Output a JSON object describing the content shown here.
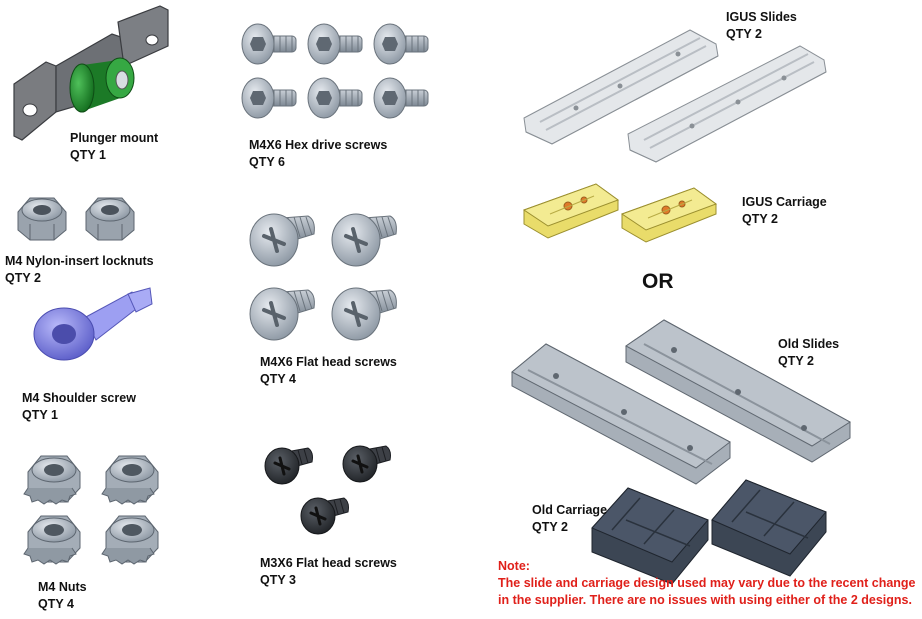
{
  "parts": {
    "plunger": {
      "name": "Plunger mount",
      "qty": "QTY 1"
    },
    "hexdrive": {
      "name": "M4X6 Hex drive screws",
      "qty": "QTY 6"
    },
    "locknuts": {
      "name": "M4 Nylon-insert locknuts",
      "qty": "QTY 2"
    },
    "flathead_m4": {
      "name": "M4X6 Flat head screws",
      "qty": "QTY 4"
    },
    "shoulder": {
      "name": "M4 Shoulder screw",
      "qty": "QTY 1"
    },
    "nuts": {
      "name": "M4 Nuts",
      "qty": "QTY 4"
    },
    "flathead_m3": {
      "name": "M3X6 Flat head screws",
      "qty": "QTY 3"
    },
    "igus_slides": {
      "name": "IGUS Slides",
      "qty": "QTY 2"
    },
    "igus_carriage": {
      "name": "IGUS Carriage",
      "qty": "QTY 2"
    },
    "old_slides": {
      "name": "Old Slides",
      "qty": "QTY 2"
    },
    "old_carriage": {
      "name": "Old Carriage",
      "qty": "QTY 2"
    }
  },
  "or_text": "OR",
  "note": {
    "title": "Note:",
    "line1": "The slide and carriage design used may vary due to the recent change",
    "line2": "in the supplier. There are no issues with using either of the 2 designs."
  },
  "colors": {
    "note_red": "#e0201a",
    "plunger_green": "#1f8a2c",
    "shoulder_blue": "#8d8ff0",
    "igus_yellow": "#eee37a",
    "old_carriage_dark": "#3c4654",
    "steel_gray": "#a3acb6"
  }
}
